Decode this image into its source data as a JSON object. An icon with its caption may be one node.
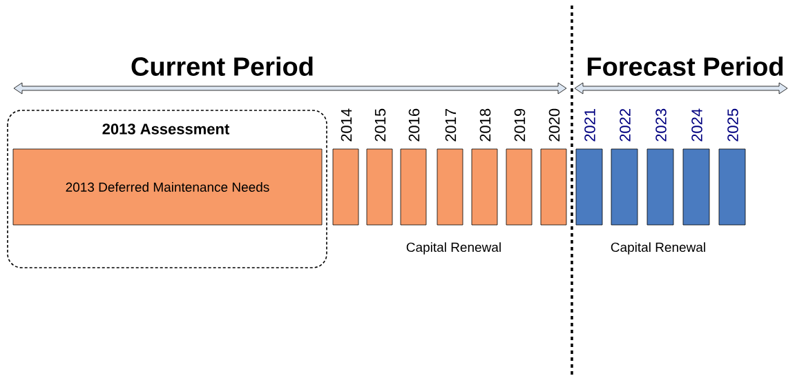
{
  "diagram": {
    "nodes": [
      {
        "text": [
          "2013 Assessment"
        ]
      },
      {
        "text": [
          "2013 Deferred Maintenance Needs"
        ],
        "in": 0
      },
      {
        "text": [
          "2014"
        ]
      },
      {
        "text": [
          "2015"
        ]
      },
      {
        "text": [
          "2016"
        ]
      },
      {
        "text": [
          "2017"
        ]
      },
      {
        "text": [
          "2018"
        ]
      },
      {
        "text": [
          "2019"
        ]
      },
      {
        "text": [
          "2020"
        ]
      },
      {
        "text": [
          "2021"
        ]
      },
      {
        "text": [
          "2022"
        ]
      },
      {
        "text": [
          "2023"
        ]
      },
      {
        "text": [
          "2024"
        ]
      },
      {
        "text": [
          "2025"
        ]
      }
    ],
    "edges": [],
    "labels": [
      "Current Period",
      "Forecast Period",
      "Capital Renewal",
      "Capital Renewal"
    ]
  }
}
